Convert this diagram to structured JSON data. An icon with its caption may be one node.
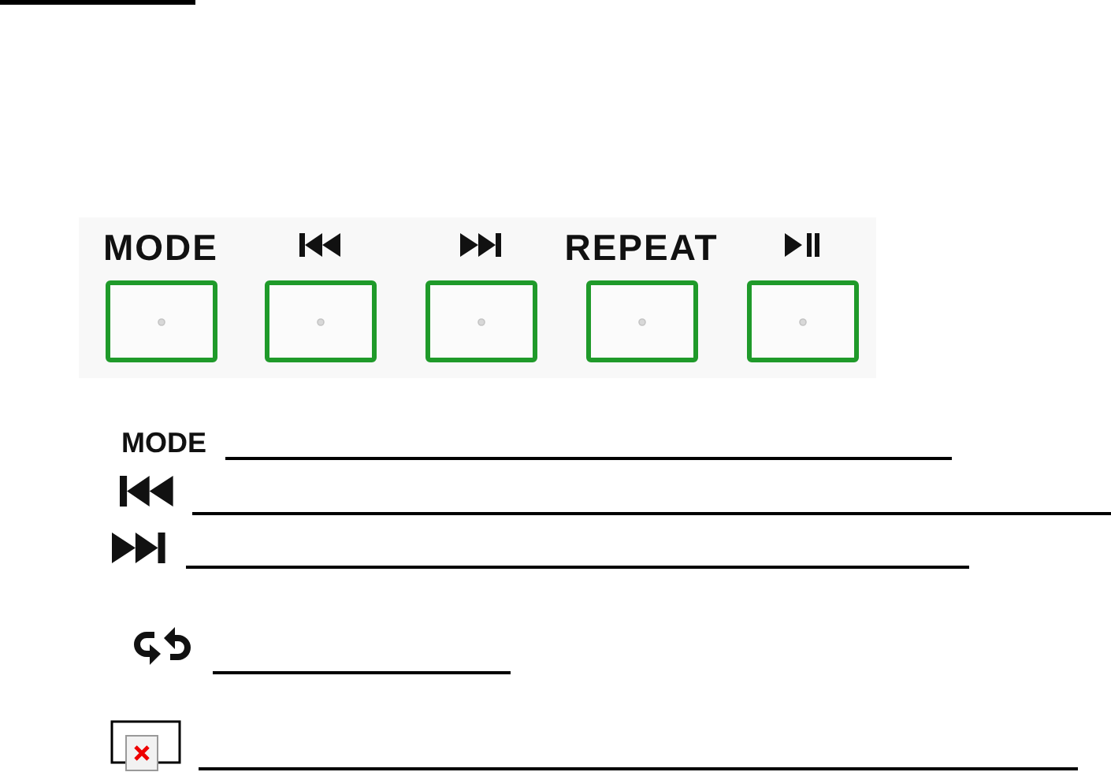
{
  "diagram": {
    "nodes": [
      {
        "text": [
          "MODE"
        ]
      },
      {
        "text": [],
        "shape": "box"
      },
      {
        "text": [],
        "shape": "box"
      },
      {
        "text": [
          "REPEAT"
        ]
      },
      {
        "text": [],
        "shape": "box"
      }
    ],
    "labels": [
      "MODE"
    ]
  }
}
